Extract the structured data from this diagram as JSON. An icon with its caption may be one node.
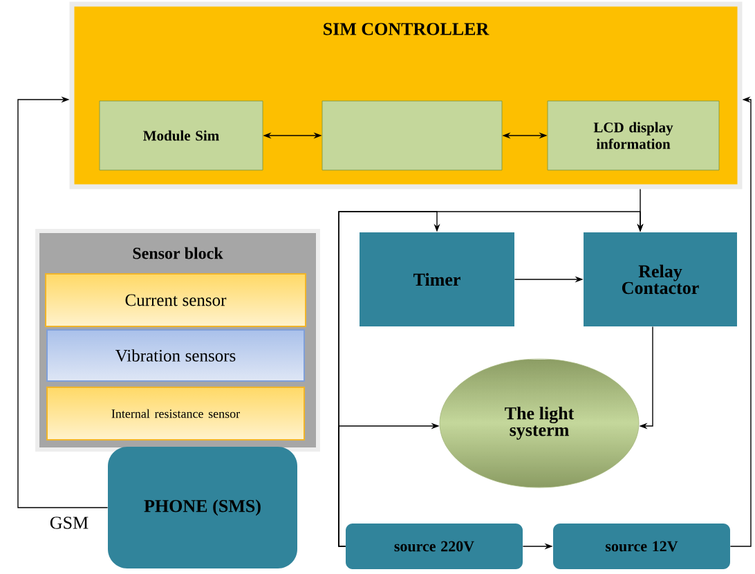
{
  "diagram": {
    "nodes": [
      {
        "text": [
          "SIM CONTROLLER"
        ]
      },
      {
        "text": [
          "Module Sim"
        ],
        "in": 0
      },
      {
        "text": [],
        "shape": "box",
        "in": 0
      },
      {
        "text": [
          "LCD display information"
        ],
        "in": 0
      },
      {
        "text": [
          "Sensor block"
        ]
      },
      {
        "text": [
          "Current sensor"
        ],
        "in": 4
      },
      {
        "text": [
          "Vibration sensors"
        ],
        "in": 4
      },
      {
        "text": [
          "Internal resistance sensor"
        ],
        "in": 4
      },
      {
        "text": [
          "PHONE (SMS)"
        ]
      },
      {
        "text": [
          "Timer"
        ]
      },
      {
        "text": [
          "Relay Contactor"
        ]
      },
      {
        "text": [
          "The light systerm"
        ]
      },
      {
        "text": [
          "source 220V"
        ]
      },
      {
        "text": [
          "source 12V"
        ]
      }
    ],
    "edges": [
      {
        "from": 1,
        "to": 2,
        "arrow": "both"
      },
      {
        "from": 2,
        "to": 3,
        "arrow": "both"
      },
      {
        "from": 8,
        "to": 0,
        "arrow": "to",
        "label": "GSM"
      },
      {
        "from": 0,
        "to": 10,
        "arrow": "to"
      },
      {
        "from": 12,
        "to": 10,
        "arrow": "to"
      },
      {
        "from": 12,
        "to": 9,
        "arrow": "to"
      },
      {
        "from": 12,
        "to": 11,
        "arrow": "to"
      },
      {
        "from": 9,
        "to": 10,
        "arrow": "to"
      },
      {
        "from": 10,
        "to": 11,
        "arrow": "to"
      },
      {
        "from": 12,
        "to": 13,
        "arrow": "to"
      },
      {
        "from": 13,
        "to": 0,
        "arrow": "to"
      }
    ]
  }
}
